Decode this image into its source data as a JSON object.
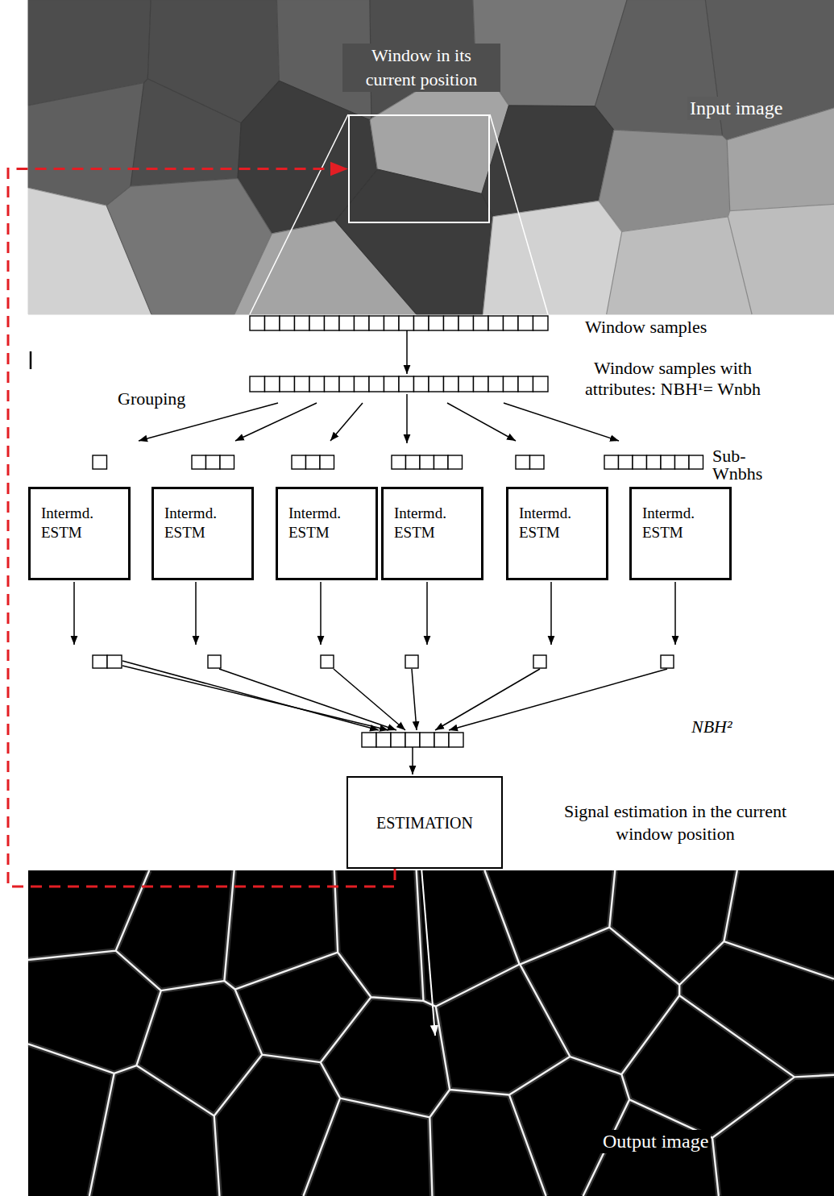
{
  "diagram": {
    "nodes": [
      {
        "text": [
          "Input image"
        ]
      },
      {
        "text": [
          "Window in its current position"
        ],
        "in": 0
      },
      {
        "text": [
          "Intermd. ESTM"
        ]
      },
      {
        "text": [
          "Intermd. ESTM"
        ]
      },
      {
        "text": [
          "Intermd. ESTM"
        ]
      },
      {
        "text": [
          "Intermd. ESTM"
        ]
      },
      {
        "text": [
          "Intermd. ESTM"
        ]
      },
      {
        "text": [
          "Intermd. ESTM"
        ]
      },
      {
        "text": [
          "ESTIMATION"
        ]
      },
      {
        "text": [
          "Output image"
        ]
      }
    ],
    "edges": [
      {
        "from": 8,
        "to": 9,
        "arrow": "to"
      },
      {
        "from": 8,
        "to": 1,
        "arrow": "to"
      }
    ],
    "labels": [
      "Window samples",
      "Window samples with attributes: NBH¹= Wnbh",
      "Grouping",
      "Sub- Wnbhs",
      "NBH²",
      "Signal estimation in the current window position"
    ]
  }
}
